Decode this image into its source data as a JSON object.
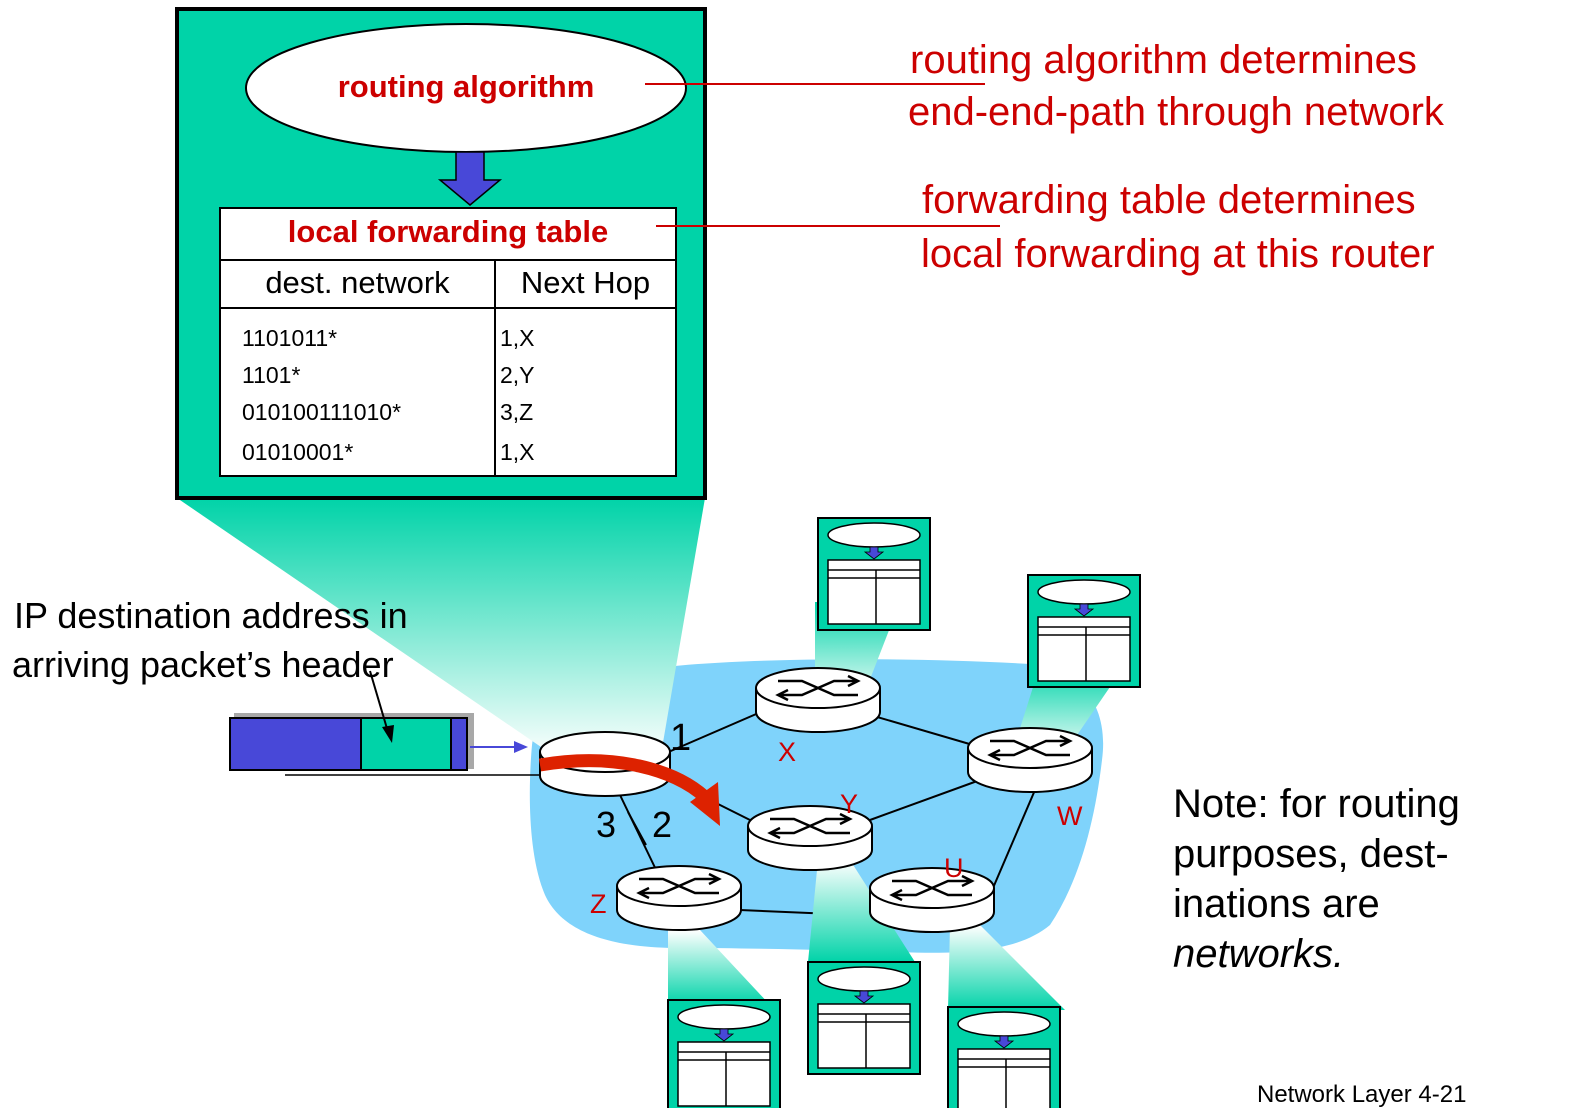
{
  "routing_box": {
    "algorithm_label": "routing algorithm",
    "table_title": "local forwarding table",
    "col_dest": "dest. network",
    "col_hop": "Next Hop",
    "rows": [
      {
        "dest": "1101011*",
        "hop": "1,X"
      },
      {
        "dest": "1101*",
        "hop": "2,Y"
      },
      {
        "dest": "010100111010*",
        "hop": "3,Z"
      },
      {
        "dest": "01010001*",
        "hop": "1,X"
      }
    ]
  },
  "annotations": {
    "routing_line1": "routing algorithm determines",
    "routing_line2": "end-end-path through network",
    "forwarding_line1": "forwarding table determines",
    "forwarding_line2": "local forwarding at this router"
  },
  "packet_label": {
    "line1": "IP destination address in",
    "line2": "arriving packet’s header"
  },
  "interfaces": {
    "one": "1",
    "two": "2",
    "three": "3"
  },
  "routers": {
    "x": "X",
    "y": "Y",
    "w": "W",
    "u": "U",
    "z": "Z"
  },
  "note": {
    "line1": "Note: for routing",
    "line2": "purposes, dest-",
    "line3": "inations are",
    "line4": "networks."
  },
  "footer": "Network Layer  4-21",
  "colors": {
    "teal": "#00d3a8",
    "cloud": "#7fd3fb",
    "red": "#cc0000",
    "blue": "#4848d8"
  }
}
